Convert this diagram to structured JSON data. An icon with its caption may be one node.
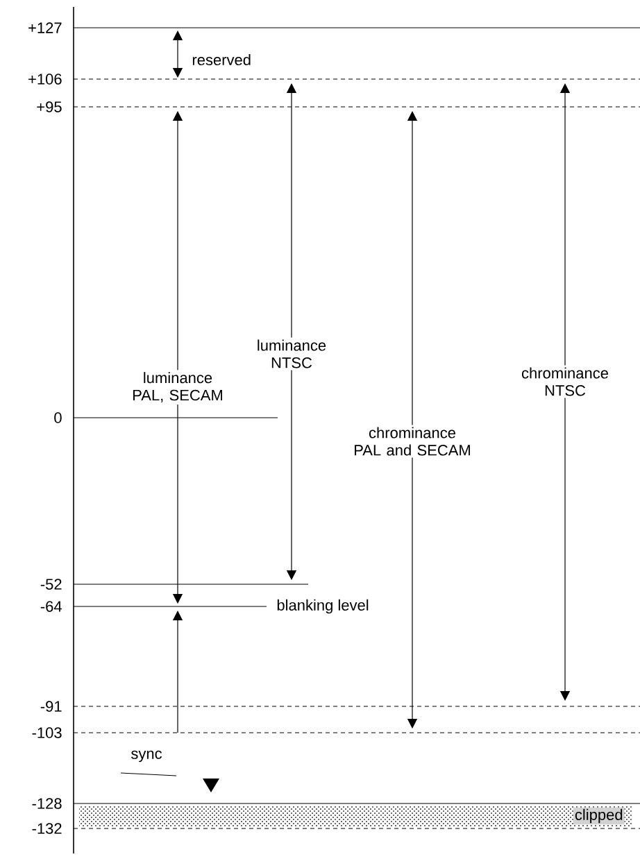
{
  "diagram": {
    "labels": [
      "+127",
      "reserved",
      "+106",
      "+95",
      "luminance NTSC",
      "luminance PAL, SECAM",
      "chrominance NTSC",
      "chrominance PAL and SECAM",
      "0",
      "-52",
      "-64",
      "blanking level",
      "-91",
      "-103",
      "sync",
      "-128",
      "-132",
      "clipped"
    ]
  }
}
